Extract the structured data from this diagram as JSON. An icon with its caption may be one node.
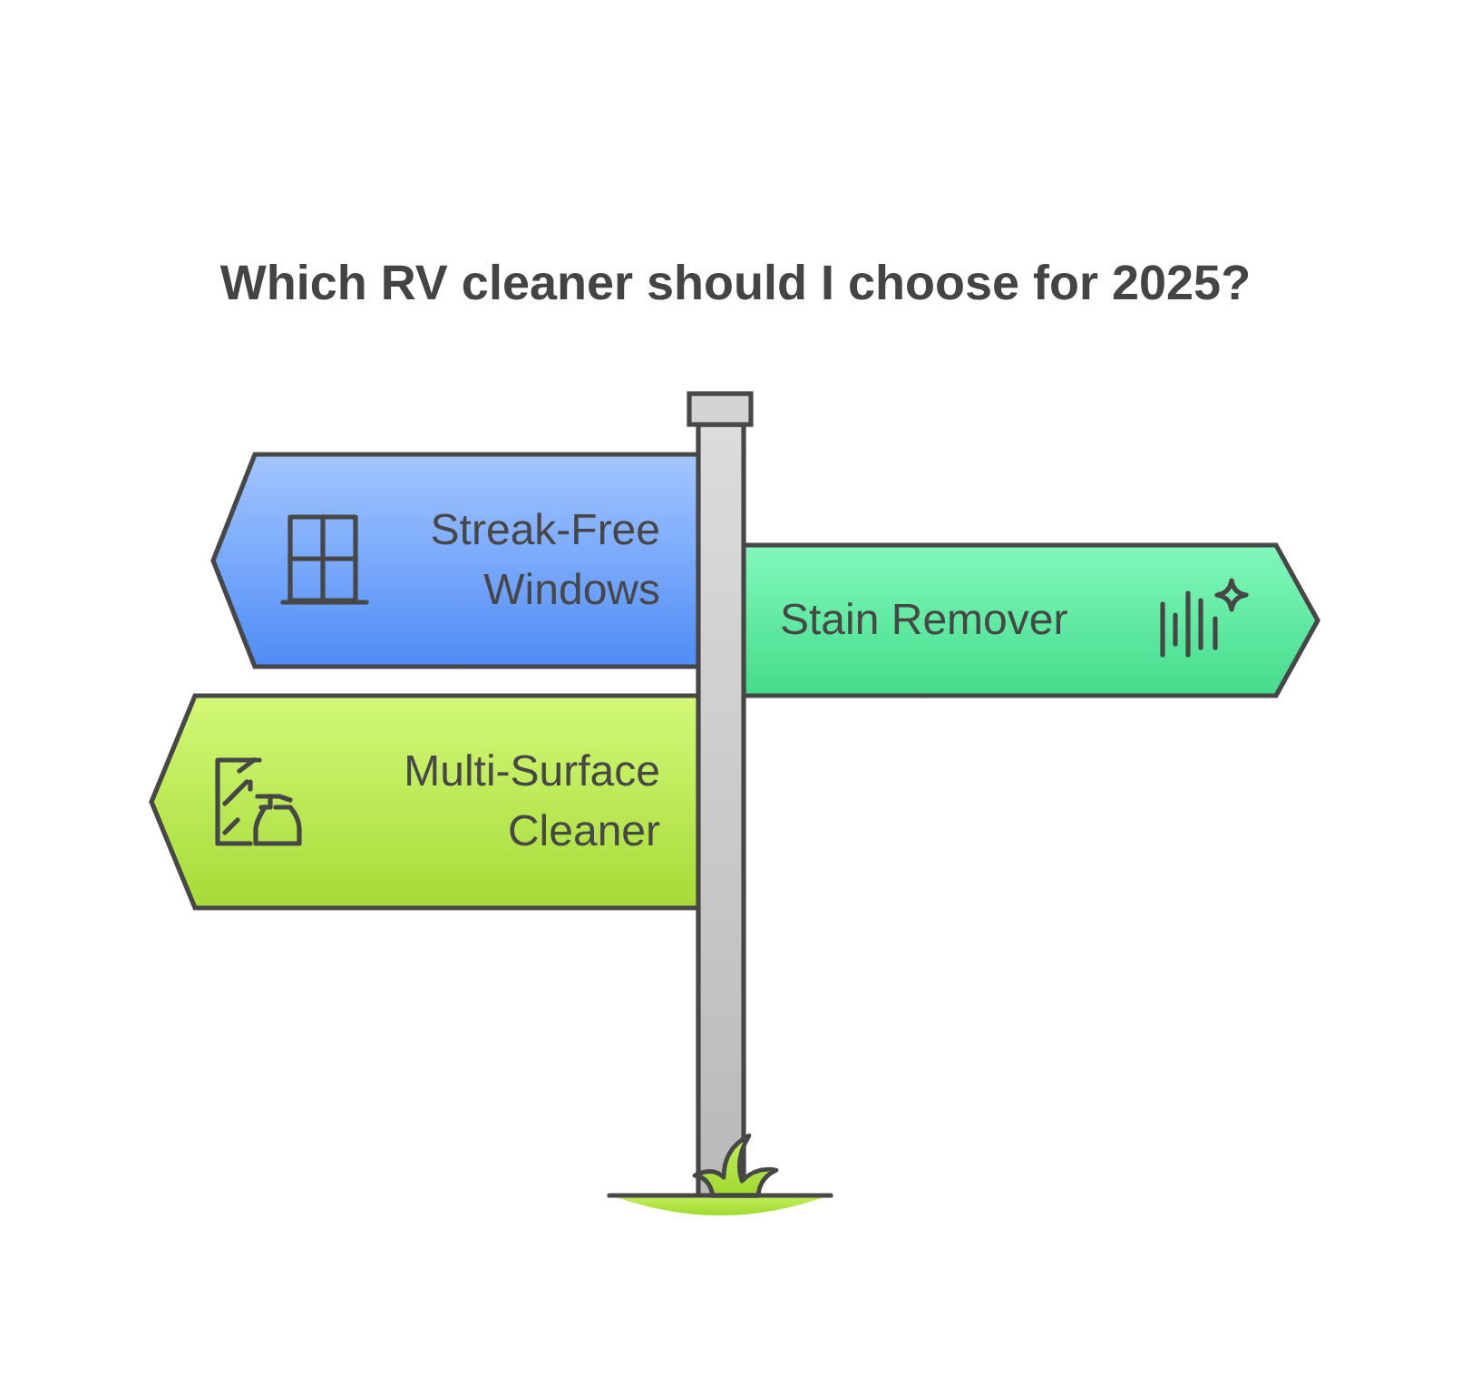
{
  "diagram": {
    "title": "Which RV cleaner should I choose for 2025?",
    "nodes": [
      {
        "text": [
          "Streak-Free Windows"
        ]
      },
      {
        "text": [
          "Stain Remover"
        ]
      },
      {
        "text": [
          "Multi-Surface Cleaner"
        ]
      }
    ]
  }
}
